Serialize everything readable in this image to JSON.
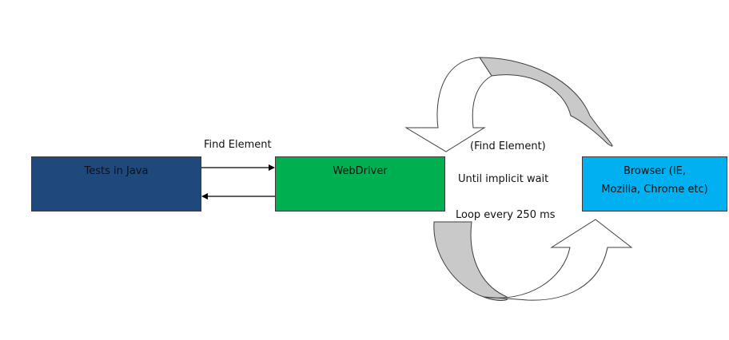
{
  "colors": {
    "tests_box": "#1F497D",
    "webdriver_box": "#00B050",
    "browser_box": "#00B0F0",
    "curved_arrow_face": "#C9C9C9",
    "arrow_stroke": "#404040"
  },
  "boxes": {
    "tests": {
      "label": "Tests in Java"
    },
    "webdriver": {
      "label": "WebDriver"
    },
    "browser": {
      "line1": "Browser (IE,",
      "line2": "Mozilla, Chrome etc)"
    }
  },
  "labels": {
    "find_element": "Find Element",
    "find_element_paren": "(Find Element)",
    "until_wait": "Until implicit wait",
    "loop": "Loop every 250 ms"
  }
}
